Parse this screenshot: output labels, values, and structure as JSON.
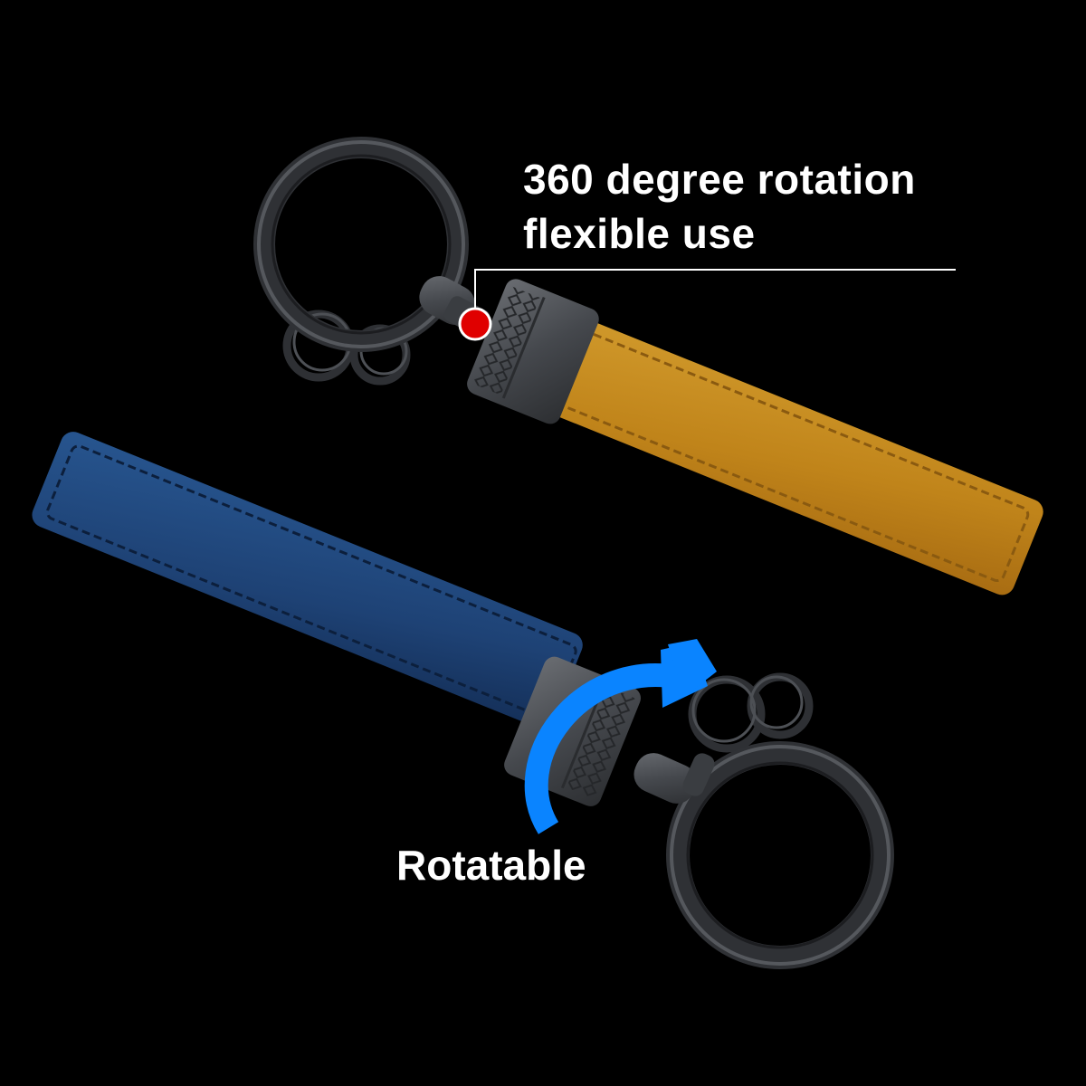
{
  "annotations": {
    "feature_line1": "360 degree rotation",
    "feature_line2": "flexible use",
    "rotatable_label": "Rotatable"
  },
  "colors": {
    "background": "#000000",
    "text": "#ffffff",
    "marker": "#e00000",
    "arrow": "#0a84ff",
    "strap_yellow": "#c8921f",
    "strap_blue": "#1f4478",
    "metal": "#3f4247"
  },
  "icons": {
    "marker": "red-dot-marker-icon",
    "arrow": "rotation-arrow-icon"
  }
}
